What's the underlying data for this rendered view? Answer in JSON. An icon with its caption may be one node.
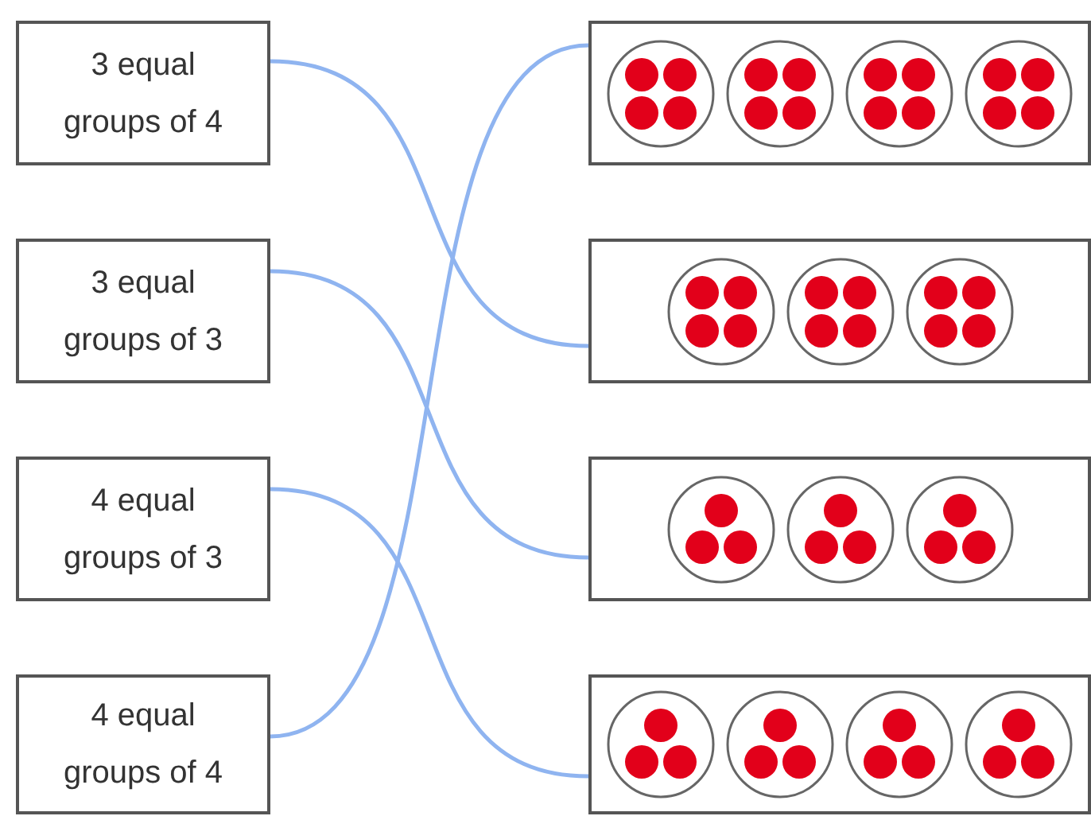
{
  "diagram": {
    "nodes": [
      {
        "text": [
          "3 equal groups of 4"
        ]
      },
      {
        "text": [],
        "shape": "box"
      },
      {
        "text": [
          "3 equal groups of 3"
        ]
      },
      {
        "text": [],
        "shape": "box"
      },
      {
        "text": [
          "4 equal groups of 3"
        ]
      },
      {
        "text": [],
        "shape": "box"
      },
      {
        "text": [
          "4 equal groups of 4"
        ]
      },
      {
        "text": [],
        "shape": "box"
      }
    ],
    "edges": [
      {
        "from": 0,
        "to": 3,
        "arrow": "none"
      },
      {
        "from": 2,
        "to": 5,
        "arrow": "none"
      },
      {
        "from": 4,
        "to": 7,
        "arrow": "none"
      },
      {
        "from": 6,
        "to": 1,
        "arrow": "none"
      }
    ]
  }
}
